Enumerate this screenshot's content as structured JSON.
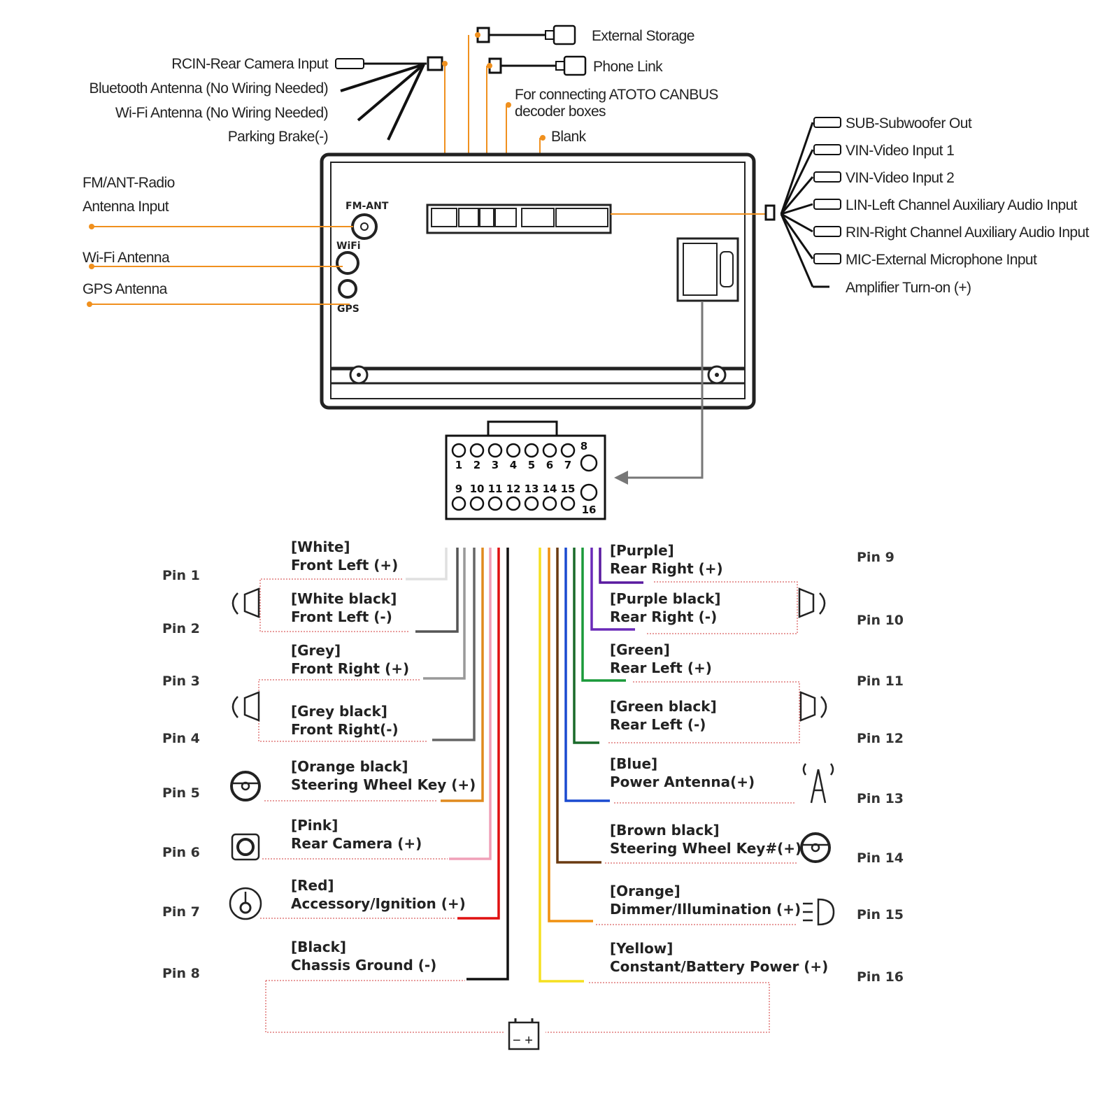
{
  "top_labels": {
    "external_storage": "External Storage",
    "phone_link": "Phone Link",
    "rcin": "RCIN-Rear Camera Input",
    "bluetooth": "Bluetooth Antenna (No Wiring Needed)",
    "wifi_nowire": "Wi-Fi Antenna (No Wiring Needed)",
    "parking": "Parking Brake(-)",
    "canbus_1": "For connecting ATOTO CANBUS",
    "canbus_2": "decoder boxes",
    "blank": "Blank"
  },
  "left_labels": {
    "fm_1": "FM/ANT-Radio",
    "fm_2": "Antenna Input",
    "wifi": "Wi-Fi Antenna",
    "gps": "GPS Antenna"
  },
  "unit_labels": {
    "fm_ant": "FM-ANT",
    "wifi": "WiFi",
    "gps": "GPS"
  },
  "rca_labels": [
    "SUB-Subwoofer Out",
    "VIN-Video Input 1",
    "VIN-Video Input 2",
    "LIN-Left Channel Auxiliary Audio Input",
    "RIN-Right Channel Auxiliary Audio Input",
    "MIC-External Microphone Input",
    "Amplifier Turn-on (+)"
  ],
  "connector_numbers": [
    "1",
    "2",
    "3",
    "4",
    "5",
    "6",
    "7",
    "8",
    "9",
    "10",
    "11",
    "12",
    "13",
    "14",
    "15",
    "16"
  ],
  "accent_color": "#f0901e",
  "left_pins": [
    {
      "pin": "Pin 1",
      "color": "[White]",
      "function": "Front Left (+)",
      "hex": "#e0e0e0"
    },
    {
      "pin": "Pin 2",
      "color": "[White black]",
      "function": "Front Left (-)",
      "hex": "#555555"
    },
    {
      "pin": "Pin 3",
      "color": "[Grey]",
      "function": "Front Right (+)",
      "hex": "#999999"
    },
    {
      "pin": "Pin 4",
      "color": "[Grey black]",
      "function": "Front Right(-)",
      "hex": "#666666"
    },
    {
      "pin": "Pin 5",
      "color": "[Orange black]",
      "function": "Steering Wheel Key (+)",
      "hex": "#e08a1e"
    },
    {
      "pin": "Pin 6",
      "color": "[Pink]",
      "function": "Rear Camera (+)",
      "hex": "#f0a0b8"
    },
    {
      "pin": "Pin 7",
      "color": "[Red]",
      "function": "Accessory/Ignition (+)",
      "hex": "#e01010"
    },
    {
      "pin": "Pin 8",
      "color": "[Black]",
      "function": "Chassis Ground (-)",
      "hex": "#111111"
    }
  ],
  "right_pins": [
    {
      "pin": "Pin 9",
      "color": "[Purple]",
      "function": "Rear Right (+)",
      "hex": "#5a1aa0"
    },
    {
      "pin": "Pin 10",
      "color": "[Purple black]",
      "function": "Rear Right (-)",
      "hex": "#6a2ab8"
    },
    {
      "pin": "Pin 11",
      "color": "[Green]",
      "function": "Rear Left (+)",
      "hex": "#1a9a3a"
    },
    {
      "pin": "Pin 12",
      "color": "[Green black]",
      "function": "Rear Left (-)",
      "hex": "#1a6a2a"
    },
    {
      "pin": "Pin 13",
      "color": "[Blue]",
      "function": "Power Antenna(+)",
      "hex": "#1a4ad0"
    },
    {
      "pin": "Pin 14",
      "color": "[Brown black]",
      "function": "Steering Wheel Key#(+)",
      "hex": "#6a3a10"
    },
    {
      "pin": "Pin 15",
      "color": "[Orange]",
      "function": "Dimmer/Illumination (+)",
      "hex": "#f09010"
    },
    {
      "pin": "Pin 16",
      "color": "[Yellow]",
      "function": "Constant/Battery Power (+)",
      "hex": "#f5e020"
    }
  ]
}
